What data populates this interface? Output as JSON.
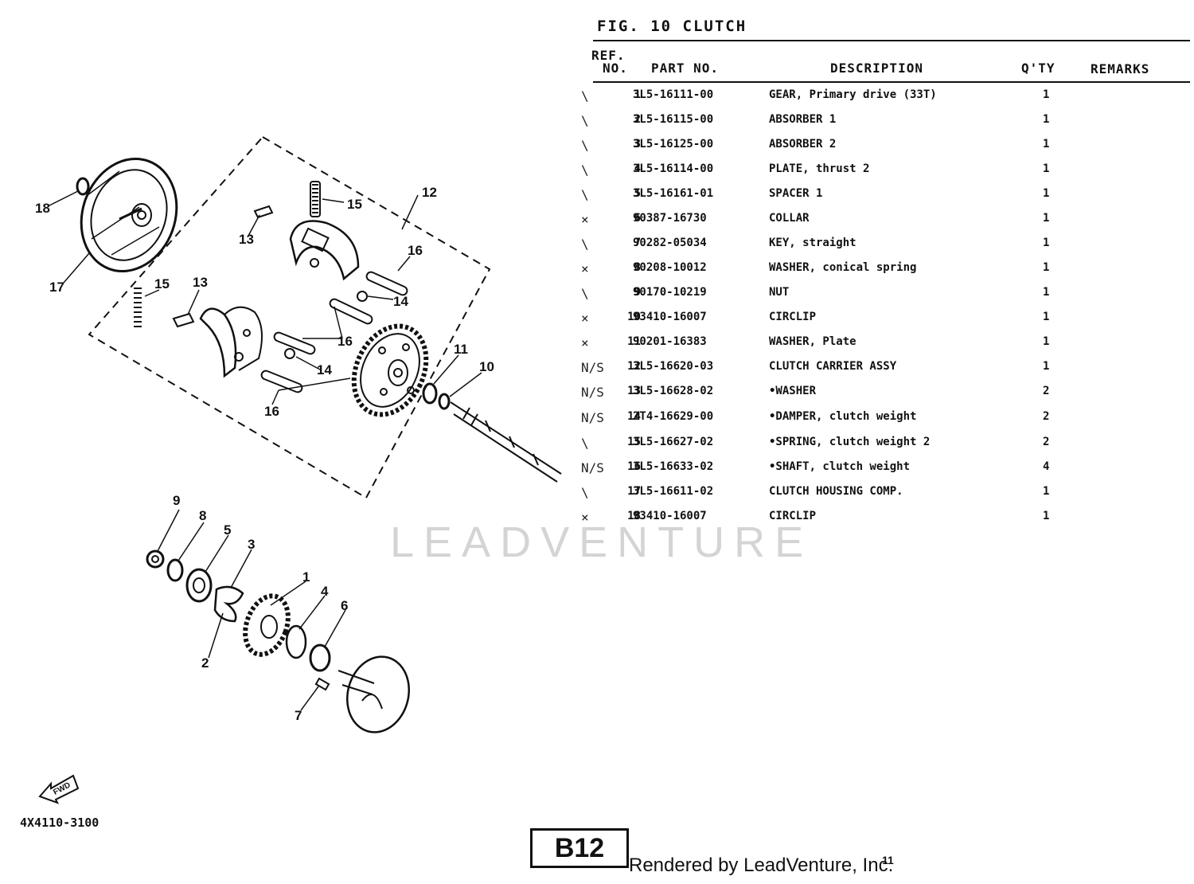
{
  "figure": {
    "title": "FIG. 10  CLUTCH"
  },
  "table": {
    "headers": {
      "ref_line1": "REF.",
      "ref_line2": "NO.",
      "part_no": "PART NO.",
      "description": "DESCRIPTION",
      "qty": "Q'TY",
      "remarks": "REMARKS"
    },
    "rows": [
      {
        "mark": "\\",
        "ref": "1",
        "part": "3L5-16111-00",
        "desc": "GEAR, Primary drive (33T)",
        "qty": "1"
      },
      {
        "mark": "\\",
        "ref": "2",
        "part": "3L5-16115-00",
        "desc": "ABSORBER 1",
        "qty": "1"
      },
      {
        "mark": "\\",
        "ref": "3",
        "part": "3L5-16125-00",
        "desc": "ABSORBER 2",
        "qty": "1"
      },
      {
        "mark": "\\",
        "ref": "4",
        "part": "3L5-16114-00",
        "desc": "PLATE, thrust 2",
        "qty": "1"
      },
      {
        "mark": "\\",
        "ref": "5",
        "part": "3L5-16161-01",
        "desc": "SPACER 1",
        "qty": "1"
      },
      {
        "mark": "×",
        "ref": "6",
        "part": "90387-16730",
        "desc": "COLLAR",
        "qty": "1"
      },
      {
        "mark": "\\",
        "ref": "7",
        "part": "90282-05034",
        "desc": "KEY, straight",
        "qty": "1"
      },
      {
        "mark": "×",
        "ref": "8",
        "part": "90208-10012",
        "desc": "WASHER, conical spring",
        "qty": "1"
      },
      {
        "mark": "\\",
        "ref": "9",
        "part": "90170-10219",
        "desc": "NUT",
        "qty": "1"
      },
      {
        "mark": "×",
        "ref": "10",
        "part": "93410-16007",
        "desc": "CIRCLIP",
        "qty": "1"
      },
      {
        "mark": "×",
        "ref": "11",
        "part": "90201-16383",
        "desc": "WASHER, Plate",
        "qty": "1"
      },
      {
        "mark": "N/S",
        "ref": "12",
        "part": "3L5-16620-03",
        "desc": "CLUTCH CARRIER ASSY",
        "qty": "1"
      },
      {
        "mark": "N/S",
        "ref": "13",
        "part": "3L5-16628-02",
        "desc": "•WASHER",
        "qty": "2"
      },
      {
        "mark": "N/S",
        "ref": "14",
        "part": "2T4-16629-00",
        "desc": "•DAMPER, clutch weight",
        "qty": "2"
      },
      {
        "mark": "\\",
        "ref": "15",
        "part": "3L5-16627-02",
        "desc": "•SPRING, clutch weight 2",
        "qty": "2"
      },
      {
        "mark": "N/S",
        "ref": "16",
        "part": "3L5-16633-02",
        "desc": "•SHAFT, clutch weight",
        "qty": "4"
      },
      {
        "mark": "\\",
        "ref": "17",
        "part": "3L5-16611-02",
        "desc": "CLUTCH HOUSING COMP.",
        "qty": "1"
      },
      {
        "mark": "×",
        "ref": "18",
        "part": "93410-16007",
        "desc": "CIRCLIP",
        "qty": "1"
      }
    ]
  },
  "callouts": {
    "c1": "1",
    "c2": "2",
    "c3": "3",
    "c4": "4",
    "c5": "5",
    "c6": "6",
    "c7": "7",
    "c8": "8",
    "c9": "9",
    "c10": "10",
    "c11": "11",
    "c12": "12",
    "c13a": "13",
    "c13b": "13",
    "c14a": "14",
    "c14b": "14",
    "c15a": "15",
    "c15b": "15",
    "c16a": "16",
    "c16b": "16",
    "c16c": "16",
    "c17": "17",
    "c18": "18"
  },
  "footer": {
    "diagram_code": "4X4110-3100",
    "fwd_label": "FWD",
    "page_badge": "B12",
    "rendered_by": "Rendered by LeadVenture, Inc.",
    "page_number": "11"
  },
  "watermark": "LEADVENTURE"
}
